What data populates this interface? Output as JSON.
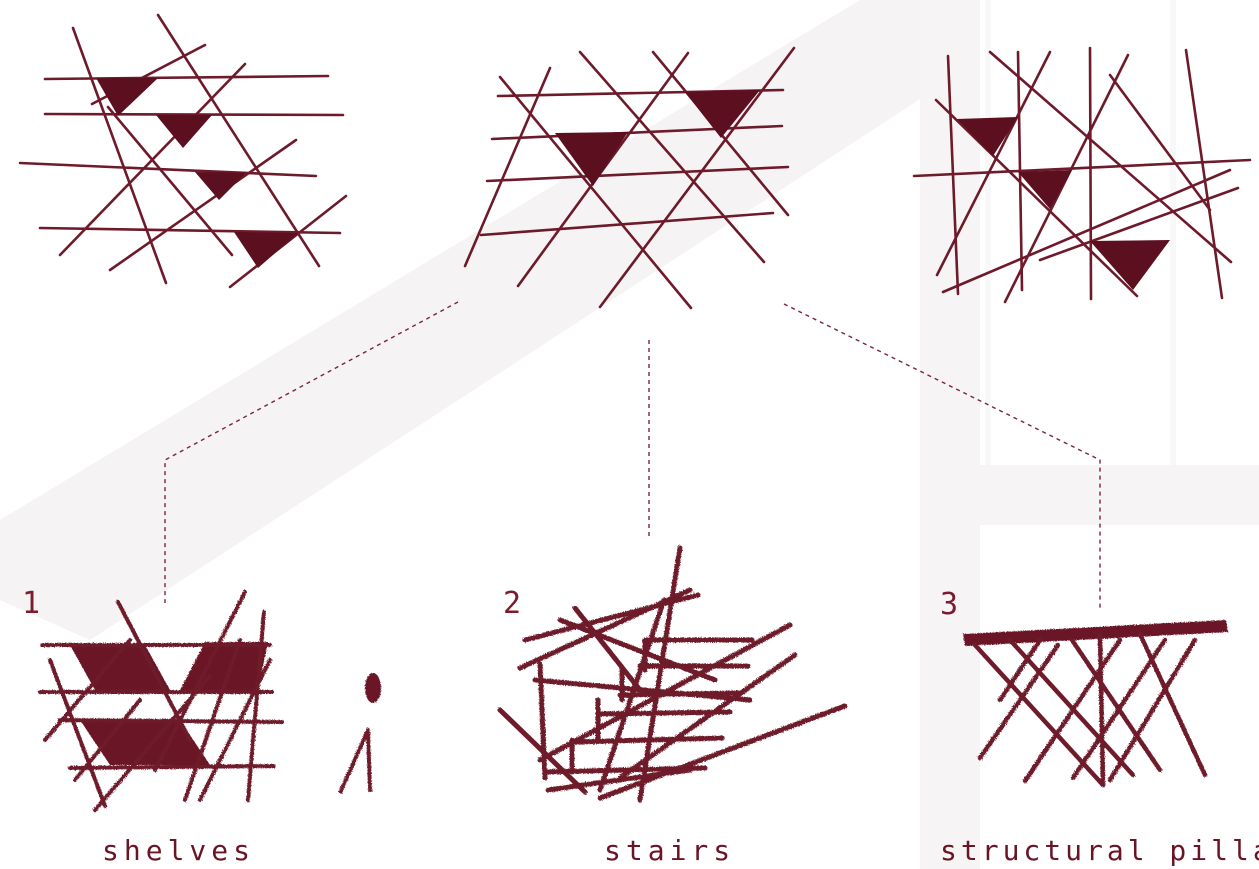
{
  "colors": {
    "ink": "#6e1a2b",
    "fill": "#5c0f1f",
    "background": "#ffffff",
    "ghost": "#f3f1f1"
  },
  "panels": [
    {
      "number": "1",
      "label": "shelves"
    },
    {
      "number": "2",
      "label": "stairs"
    },
    {
      "number": "3",
      "label": "structural  pillars"
    }
  ]
}
